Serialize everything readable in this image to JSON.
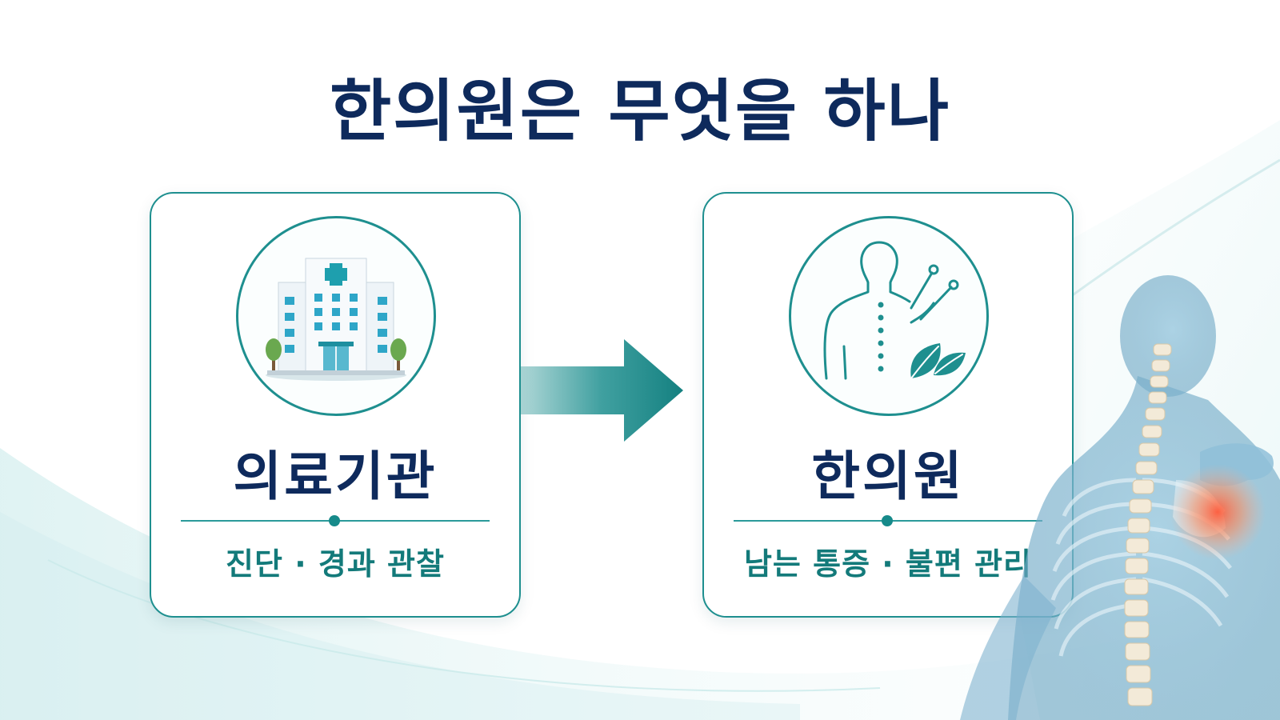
{
  "title": "한의원은 무엇을 하나",
  "colors": {
    "title": "#0e2a5c",
    "teal": "#1e8f8f",
    "subtitle": "#137a7a",
    "pain": "#ff6a4a"
  },
  "cards": [
    {
      "icon": "hospital-building-icon",
      "title": "의료기관",
      "subtitle": "진단 · 경과 관찰"
    },
    {
      "icon": "acupuncture-body-icon",
      "title": "한의원",
      "subtitle": "남는 통증 · 불편 관리"
    }
  ],
  "arrow": {
    "icon": "right-arrow-icon"
  },
  "illustration": {
    "icon": "shoulder-pain-skeleton-icon"
  }
}
